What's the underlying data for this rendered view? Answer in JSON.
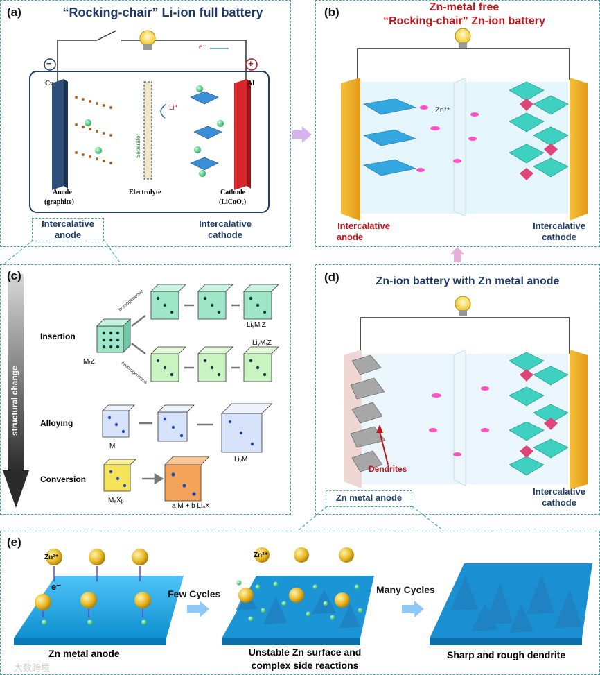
{
  "panel_a": {
    "label": "(a)",
    "title": "“Rocking-chair” Li-ion full battery",
    "minus": "−",
    "plus": "+",
    "electron": "e⁻",
    "cu": "Cu",
    "al": "Al",
    "li_ion": "Li⁺",
    "separator": "Separator",
    "anode_name": "Anode",
    "anode_material": "(graphite)",
    "electrolyte": "Electrolyte",
    "cathode_name": "Cathode",
    "cathode_material": "(LiCoO₂)",
    "intercalative_anode": [
      "Intercalative",
      "anode"
    ],
    "intercalative_cathode": [
      "Intercalative",
      "cathode"
    ]
  },
  "panel_b": {
    "label": "(b)",
    "title_line1": "Zn-metal free",
    "title_line2": "“Rocking-chair” Zn-ion battery",
    "zn_ion": "Zn²⁺",
    "left_label": [
      "Intercalative",
      "anode"
    ],
    "right_label": [
      "Intercalative",
      "cathode"
    ]
  },
  "panel_c": {
    "label": "(c)",
    "axis": "structural change",
    "insertion": "Insertion",
    "homogeneous": "homogeneous",
    "heterogeneous": "heterogeneous",
    "mrz": "MᵣZ",
    "liymrz_top": "LiᵧMᵣZ",
    "liymrz_bottom": "LiᵧMᵣZ",
    "alloying": "Alloying",
    "m": "M",
    "liwm": "LiᵥM",
    "conversion": "Conversion",
    "maxb": "MₐXᵦ",
    "product": "a M + b LiₙX"
  },
  "panel_d": {
    "label": "(d)",
    "title": "Zn-ion battery with Zn metal anode",
    "dendrites": "Dendrites",
    "anode": "Zn metal anode",
    "cathode": [
      "Intercalative",
      "cathode"
    ]
  },
  "panel_e": {
    "label": "(e)",
    "zn_ion": "Zn²⁺",
    "electron": "e⁻",
    "few_cycles": "Few Cycles",
    "many_cycles": "Many Cycles",
    "caption1": "Zn metal anode",
    "caption2": [
      "Unstable Zn surface and",
      "complex side reactions"
    ],
    "caption3": "Sharp and rough dendrite"
  },
  "watermark": "大数跨境",
  "colors": {
    "panel_border": "#3aa8a4",
    "title_navy": "#1f3b6b",
    "title_red": "#c0161b",
    "zn_blue": "#1aa0e0",
    "sphere_gold": "#e8b824",
    "ion_green": "#3ed078"
  }
}
